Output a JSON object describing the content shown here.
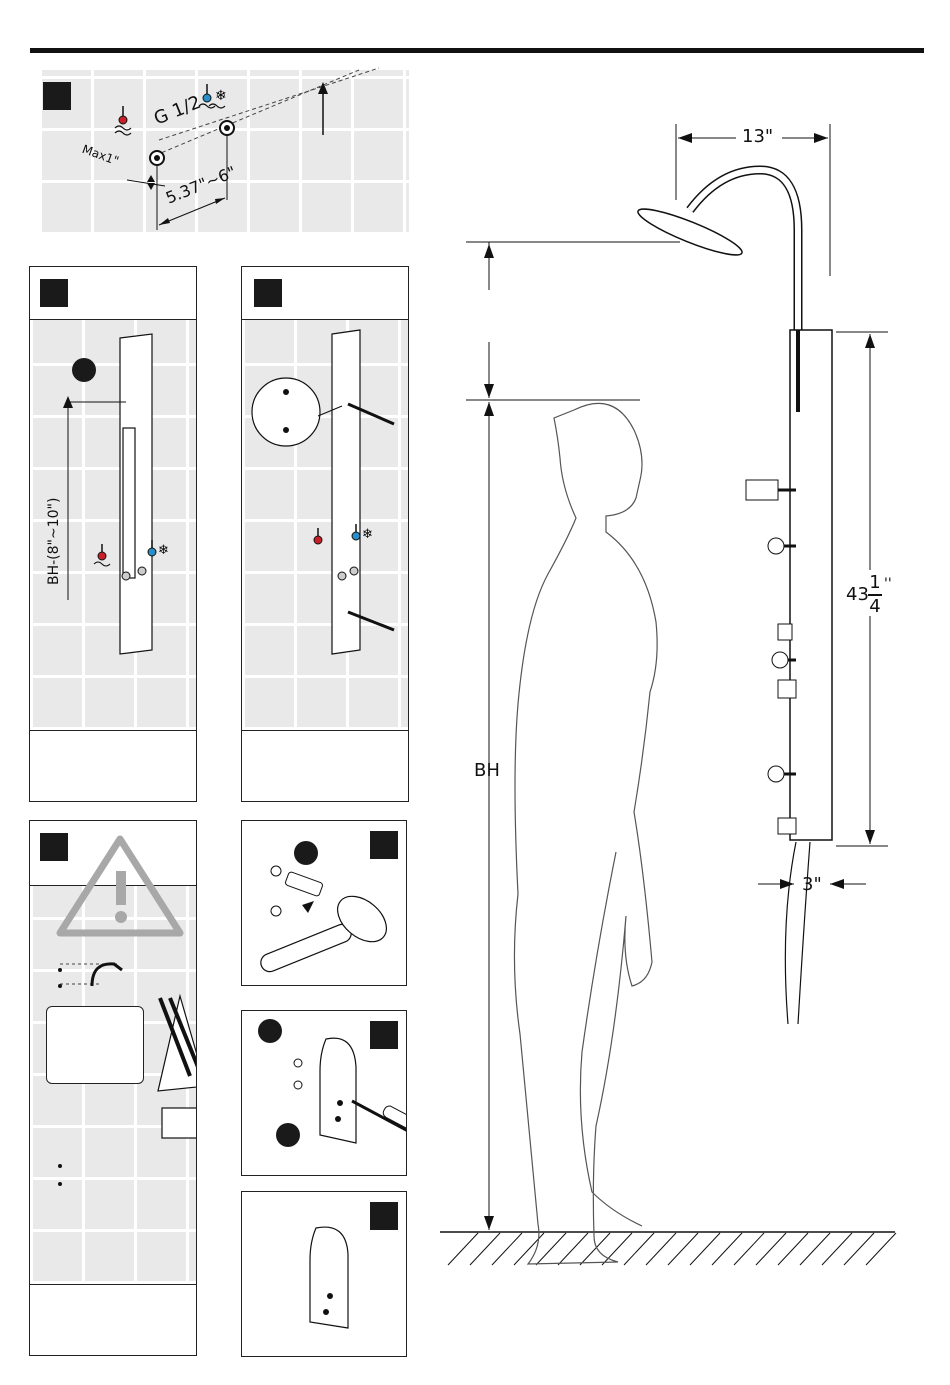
{
  "step1": {
    "thread": "G 1/2",
    "max_depth": "Max1\"",
    "spacing": "5.37\"~6\""
  },
  "step2": {
    "height_rule": "BH-(8\"~10\")"
  },
  "dimensions": {
    "arm_reach": "13\"",
    "body_height": "BH",
    "panel_length_whole": "43",
    "panel_length_num": "1",
    "panel_length_den": "4",
    "panel_length_unit": "''",
    "panel_depth": "3\""
  },
  "icons": {
    "hot": "hot-water-icon",
    "cold": "cold-water-icon",
    "warning": "warning-triangle-icon",
    "hammer": "hammer-icon",
    "screwdriver": "screwdriver-icon",
    "pencil": "pencil-icon"
  },
  "colors": {
    "hot": "#c8202a",
    "cold": "#2a8fc8",
    "warning": "#a8a8a8"
  }
}
